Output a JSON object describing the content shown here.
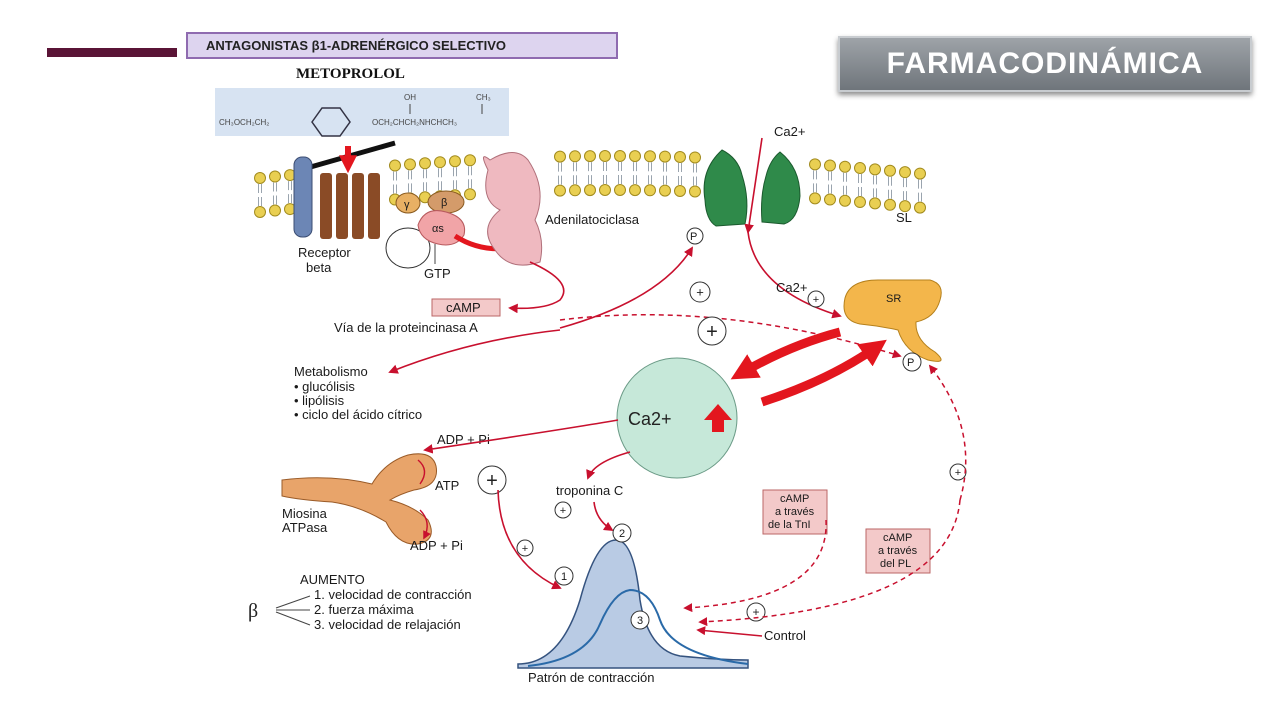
{
  "header": {
    "title": "FARMACODINÁMICA",
    "drug_class": "ANTAGONISTAS β1-ADRENÉRGICO   SELECTIVO",
    "drug_name": "METOPROLOL",
    "formula": {
      "left": "CH₃OCH₂CH₂",
      "right": "OCH₂CHCH₂NHCHCH₃",
      "oh": "OH",
      "ch3": "CH₃"
    }
  },
  "membrane": {
    "ca_in": "Ca2+",
    "sl": "SL",
    "receptor": [
      "Receptor",
      "beta"
    ],
    "gamma": "γ",
    "beta": "β",
    "alpha_s": "αs",
    "gtp": "GTP",
    "adenylate": "Adenilatociclasa",
    "p_channel": "P"
  },
  "pathway": {
    "camp": "cAMP",
    "pka": "Vía de la proteincinasa A",
    "metabolism_title": "Metabolismo",
    "metabolism_items": [
      "• glucólisis",
      "• lipólisis",
      "• ciclo del ácido cítrico"
    ],
    "ca_sr": "Ca2+",
    "sr": "SR",
    "p_sr": "P",
    "ca_center": "Ca2+",
    "plus": "+"
  },
  "myosin": {
    "adp_top": "ADP + Pi",
    "atp": "ATP",
    "adp_bottom": "ADP + Pi",
    "label": [
      "Miosina",
      "ATPasa"
    ],
    "troponin": "troponina C"
  },
  "regulators": {
    "tni": [
      "cAMP",
      "a través",
      "de la TnI"
    ],
    "pl": [
      "cAMP",
      "a través",
      "del PL"
    ],
    "control": "Control"
  },
  "effects": {
    "beta_symbol": "β",
    "title": "AUMENTO",
    "items": [
      "1. velocidad de contracción",
      "2. fuerza máxima",
      "3. velocidad de relajación"
    ],
    "marker_1": "1",
    "marker_2": "2",
    "marker_3": "3",
    "pattern": "Patrón de contracción"
  }
}
